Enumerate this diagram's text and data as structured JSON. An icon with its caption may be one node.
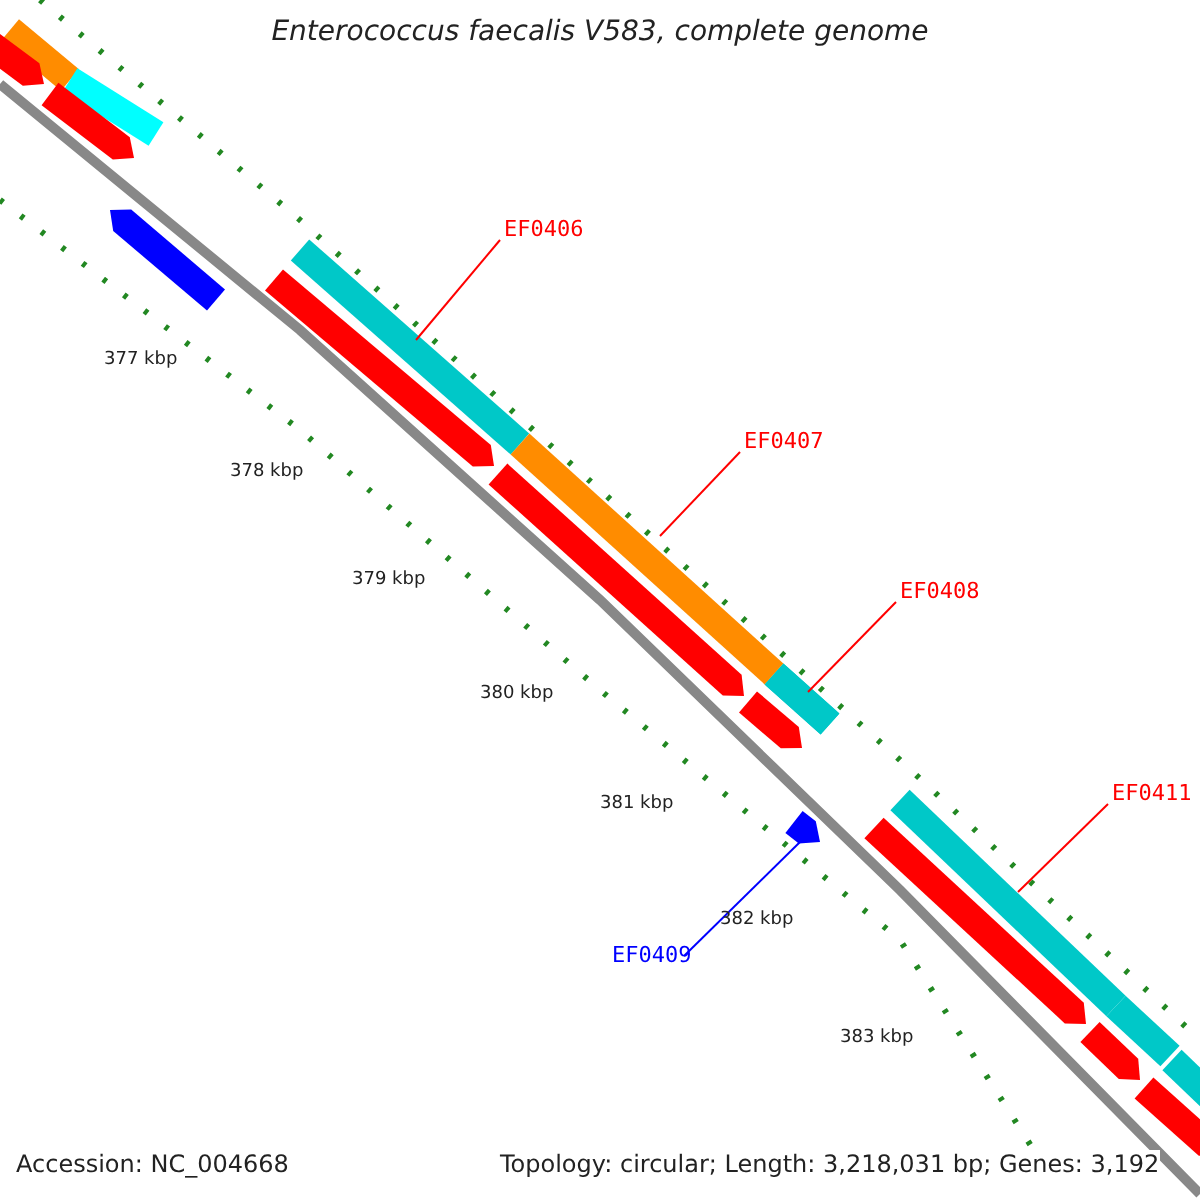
{
  "diagram": {
    "title": "Enterococcus faecalis V583, complete genome",
    "nodes": [
      {
        "text": [
          "EF0406"
        ]
      },
      {
        "text": [],
        "shape": "bar"
      },
      {
        "text": [
          "EF0407"
        ]
      },
      {
        "text": [],
        "shape": "bar"
      },
      {
        "text": [
          "EF0408"
        ]
      },
      {
        "text": [],
        "shape": "bar"
      },
      {
        "text": [
          "EF0409"
        ]
      },
      {
        "text": [],
        "shape": "bar"
      },
      {
        "text": [
          "EF0411"
        ]
      },
      {
        "text": [],
        "shape": "bar"
      }
    ],
    "edges": [
      {
        "from": 0,
        "to": 1,
        "arrow": "none",
        "color": "#ff0000"
      },
      {
        "from": 2,
        "to": 3,
        "arrow": "none",
        "color": "#ff0000"
      },
      {
        "from": 4,
        "to": 5,
        "arrow": "none",
        "color": "#ff0000"
      },
      {
        "from": 6,
        "to": 7,
        "arrow": "none",
        "color": "#0000ff"
      },
      {
        "from": 8,
        "to": 9,
        "arrow": "none",
        "color": "#ff0000"
      }
    ],
    "labels": [
      "377 kbp",
      "378 kbp",
      "379 kbp",
      "380 kbp",
      "381 kbp",
      "382 kbp",
      "383 kbp",
      "Accession: NC_004668",
      "Topology: circular; Length: 3,218,031 bp; Genes: 3,192"
    ]
  }
}
